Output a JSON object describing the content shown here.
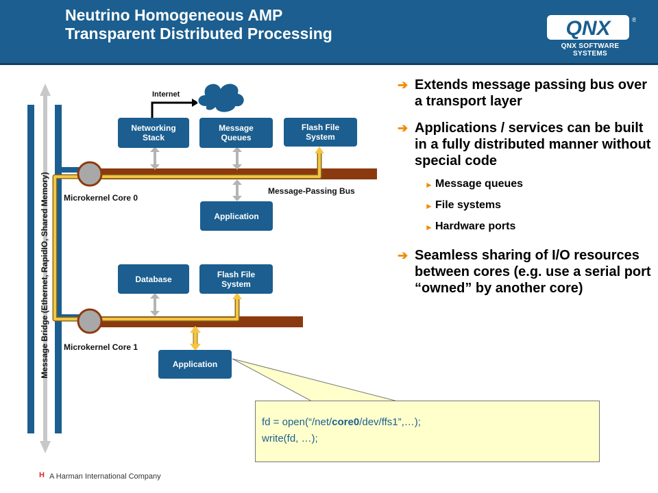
{
  "header": {
    "title_line1": "Neutrino Homogeneous AMP",
    "title_line2": "Transparent Distributed Processing",
    "logo_text": "QNX",
    "logo_registered": "®",
    "logo_tagline": "QNX SOFTWARE SYSTEMS"
  },
  "diagram": {
    "bridge_label": "Message Bridge (Ethernet, RapidIO, Shared Memory)",
    "internet_label": "Internet",
    "message_bus_label": "Message-Passing Bus",
    "core0_label": "Microkernel Core 0",
    "core1_label": "Microkernel Core 1",
    "boxes": {
      "networking_stack": "Networking\nStack",
      "message_queues": "Message\nQueues",
      "flash_fs_0": "Flash File\nSystem",
      "application_0": "Application",
      "database": "Database",
      "flash_fs_1": "Flash File\nSystem",
      "application_1": "Application"
    }
  },
  "bullets": {
    "b1": "Extends message passing bus over a transport layer",
    "b2": "Applications / services can be built in a fully distributed manner without special code",
    "sub1": "Message queues",
    "sub2": "File systems",
    "sub3": "Hardware ports",
    "b3": "Seamless sharing of I/O resources between cores (e.g. use a serial port “owned” by another core)"
  },
  "code": {
    "l1_pre": "fd = open(“/net/",
    "l1_bold": "core0",
    "l1_post": "/dev/ffs1”,…);",
    "l2": "write(fd, …);"
  },
  "footer": {
    "h_mark": "H",
    "company": "A Harman International Company"
  },
  "colors": {
    "primary_blue": "#1b5e8f",
    "bus_brown": "#8b3a0f",
    "path_yellow": "#f5c542",
    "bullet_orange": "#f08a00",
    "callout_bg": "#ffffcc"
  }
}
